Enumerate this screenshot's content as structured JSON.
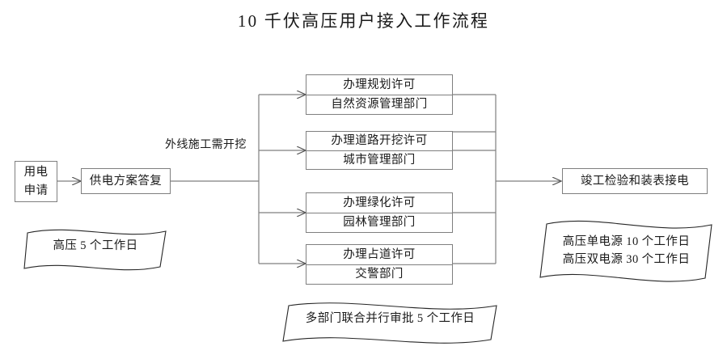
{
  "title": "10 千伏高压用户接入工作流程",
  "nodes": {
    "apply": {
      "name": "用电申请",
      "line1": "用电",
      "line2": "申请"
    },
    "plan_reply": {
      "line1": "供电方案答复"
    },
    "permit_planning": {
      "line1": "办理规划许可",
      "line2": "自然资源管理部门"
    },
    "permit_road": {
      "line1": "办理道路开挖许可",
      "line2": "城市管理部门"
    },
    "permit_green": {
      "line1": "办理绿化许可",
      "line2": "园林管理部门"
    },
    "permit_occupy": {
      "line1": "办理占道许可",
      "line2": "交警部门"
    },
    "completion": {
      "line1": "竣工检验和装表接电"
    }
  },
  "edge_labels": {
    "需开挖": "外线施工需开挖"
  },
  "ribbons": {
    "left": {
      "line1": "高压 5 个工作日"
    },
    "bottom": {
      "line1": "多部门联合并行审批 5 个工作日"
    },
    "right": {
      "line1": "高压单电源 10 个工作日",
      "line2": "高压双电源 30 个工作日"
    }
  },
  "colors": {
    "stroke": "#7f7f7f",
    "ribbon_stroke": "#262626",
    "text": "#1a1a1a",
    "background": "#ffffff"
  }
}
